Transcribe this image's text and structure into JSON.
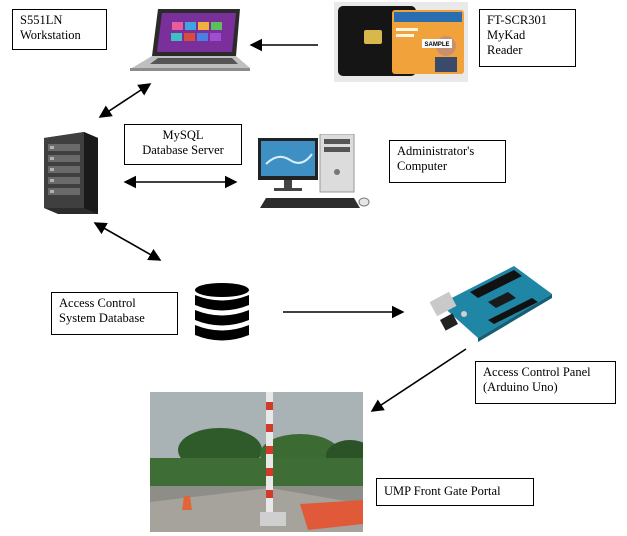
{
  "labels": {
    "workstation": "S551LN\nWorkstation",
    "reader": "FT-SCR301\nMyKad\nReader",
    "db_server": "MySQL\nDatabase Server",
    "admin": "Administrator's\nComputer",
    "acs_db": "Access Control\nSystem Database",
    "panel": "Access Control Panel\n(Arduino Uno)",
    "gate": "UMP Front Gate Portal",
    "card_sample": "SAMPLE"
  },
  "colors": {
    "line": "#000000",
    "server": "#3a3a3a",
    "arduino_board": "#1f86a6",
    "card": "#f2a23a"
  }
}
